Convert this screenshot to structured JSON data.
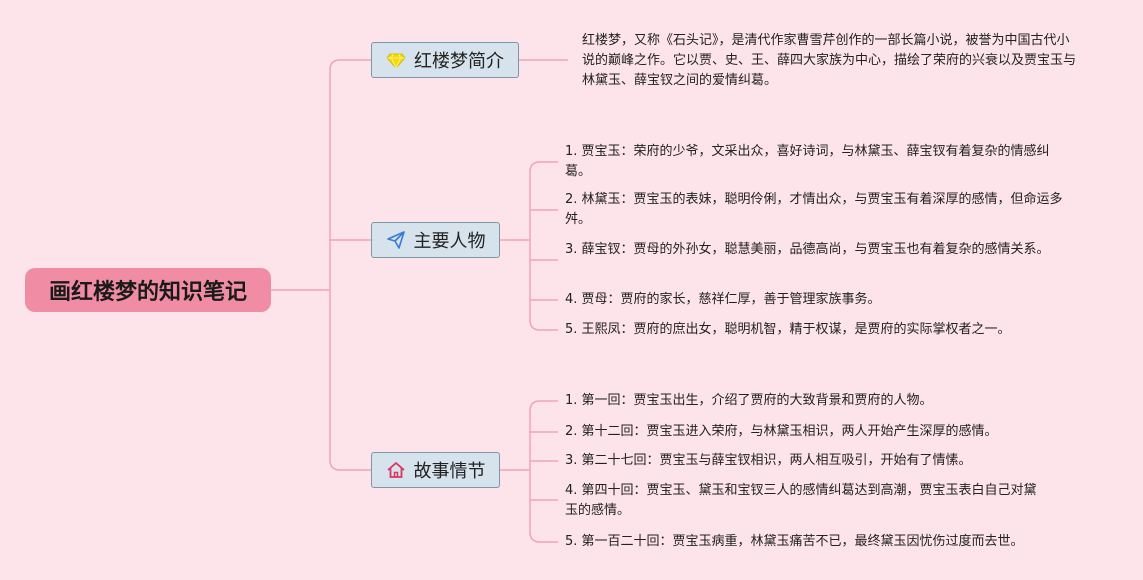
{
  "root": {
    "title": "画红楼梦的知识笔记"
  },
  "branches": [
    {
      "label": "红楼梦简介",
      "icon": "diamond-icon",
      "items": [
        "红楼梦，又称《石头记》，是清代作家曹雪芹创作的一部长篇小说，被誉为中国古代小说的巅峰之作。它以贾、史、王、薛四大家族为中心，描绘了荣府的兴衰以及贾宝玉与林黛玉、薛宝钗之间的爱情纠葛。"
      ]
    },
    {
      "label": "主要人物",
      "icon": "paper-plane-icon",
      "items": [
        "1. 贾宝玉：荣府的少爷，文采出众，喜好诗词，与林黛玉、薛宝钗有着复杂的情感纠葛。",
        "2. 林黛玉：贾宝玉的表妹，聪明伶俐，才情出众，与贾宝玉有着深厚的感情，但命运多舛。",
        "3. 薛宝钗：贾母的外孙女，聪慧美丽，品德高尚，与贾宝玉也有着复杂的感情关系。",
        "4. 贾母：贾府的家长，慈祥仁厚，善于管理家族事务。",
        "5. 王熙凤：贾府的庶出女，聪明机智，精于权谋，是贾府的实际掌权者之一。"
      ]
    },
    {
      "label": "故事情节",
      "icon": "home-icon",
      "items": [
        "1. 第一回：贾宝玉出生，介绍了贾府的大致背景和贾府的人物。",
        "2. 第十二回：贾宝玉进入荣府，与林黛玉相识，两人开始产生深厚的感情。",
        "3. 第二十七回：贾宝玉与薛宝钗相识，两人相互吸引，开始有了情愫。",
        "4. 第四十回：贾宝玉、黛玉和宝钗三人的感情纠葛达到高潮，贾宝玉表白自己对黛玉的感情。",
        "5. 第一百二十回：贾宝玉病重，林黛玉痛苦不已，最终黛玉因忧伤过度而去世。"
      ]
    }
  ],
  "colors": {
    "background": "#fde3ea",
    "root": "#f08da4",
    "branch": "#d6e2ec",
    "line": "#f2a4b6"
  }
}
